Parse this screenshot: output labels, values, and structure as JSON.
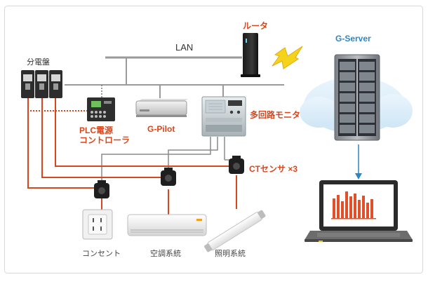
{
  "labels": {
    "lan": "LAN",
    "router": "ルータ",
    "server": "G-Server",
    "panel": "分電盤",
    "plc": "PLC電源\nコントローラ",
    "gpilot": "G-Pilot",
    "multi_circuit_monitor": "多回路モニタ",
    "ct_sensor": "CTセンサ ×3",
    "outlet": "コンセント",
    "aircon": "空調系統",
    "lighting": "照明系統"
  },
  "colors": {
    "accent_red": "#d9461c",
    "server_blue": "#2b86c8",
    "wire_red": "#d9461c",
    "wire_gray": "#8a8a8a",
    "lan_line": "#9a9a9a"
  },
  "icons": [
    "lightning-icon",
    "router-icon",
    "server-rack-icon",
    "laptop-icon",
    "breaker-panel-icon",
    "plc-controller-icon",
    "gpilot-box-icon",
    "multi-circuit-monitor-icon",
    "ct-clamp-icon",
    "outlet-icon",
    "air-conditioner-icon",
    "fluorescent-tube-icon"
  ]
}
